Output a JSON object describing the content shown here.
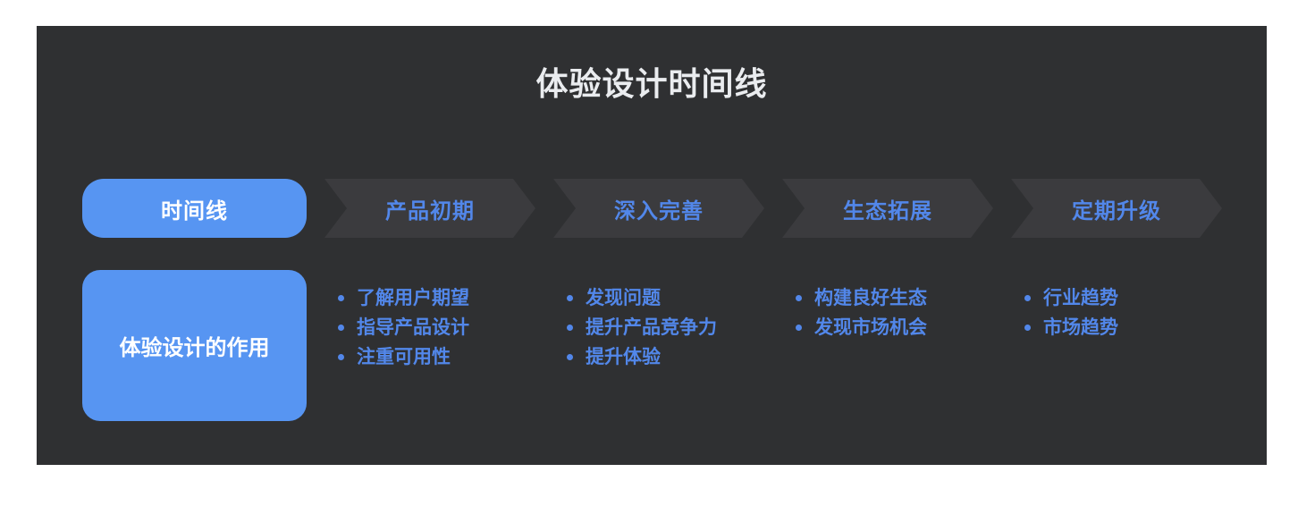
{
  "title": "体验设计时间线",
  "colors": {
    "page_bg": "#ffffff",
    "panel_bg": "#2f3032",
    "chevron_bg": "#3b3b3e",
    "accent_blue": "#5795f2",
    "text_blue": "#5287ea",
    "title_color": "#eaecef",
    "label_white": "#ffffff"
  },
  "timeline": {
    "lead_label": "时间线",
    "role_box_label": "体验设计的作用",
    "stages": [
      {
        "label": "产品初期",
        "points": [
          "了解用户期望",
          "指导产品设计",
          "注重可用性"
        ]
      },
      {
        "label": "深入完善",
        "points": [
          "发现问题",
          "提升产品竞争力",
          "提升体验"
        ]
      },
      {
        "label": "生态拓展",
        "points": [
          "构建良好生态",
          "发现市场机会"
        ]
      },
      {
        "label": "定期升级",
        "points": [
          "行业趋势",
          "市场趋势"
        ]
      }
    ]
  }
}
